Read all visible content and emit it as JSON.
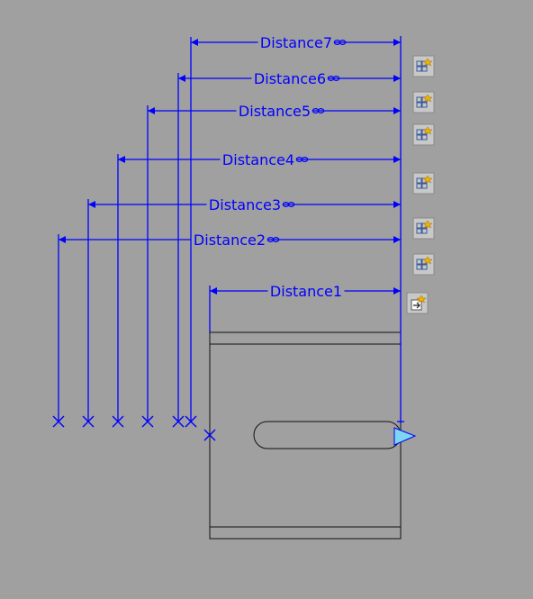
{
  "colors": {
    "background": "#a0a0a0",
    "parameter": "#0000ff",
    "geometry": "#111111",
    "grip": "#7fd6f0",
    "icon_panel": "#c8c8c8"
  },
  "parameters": [
    {
      "label": "Distance1",
      "linked": false
    },
    {
      "label": "Distance2",
      "linked": true
    },
    {
      "label": "Distance3",
      "linked": true
    },
    {
      "label": "Distance4",
      "linked": true
    },
    {
      "label": "Distance5",
      "linked": true
    },
    {
      "label": "Distance6",
      "linked": true
    },
    {
      "label": "Distance7",
      "linked": true
    }
  ],
  "action_icons": [
    {
      "icon": "array-action-icon"
    },
    {
      "icon": "array-action-icon"
    },
    {
      "icon": "array-action-icon"
    },
    {
      "icon": "array-action-icon"
    },
    {
      "icon": "array-action-icon"
    },
    {
      "icon": "array-action-icon"
    },
    {
      "icon": "stretch-action-icon"
    }
  ],
  "chain_icon": "chain-link-icon",
  "grip_icon": "linear-grip-icon",
  "point_marker_icon": "x-marker-icon"
}
